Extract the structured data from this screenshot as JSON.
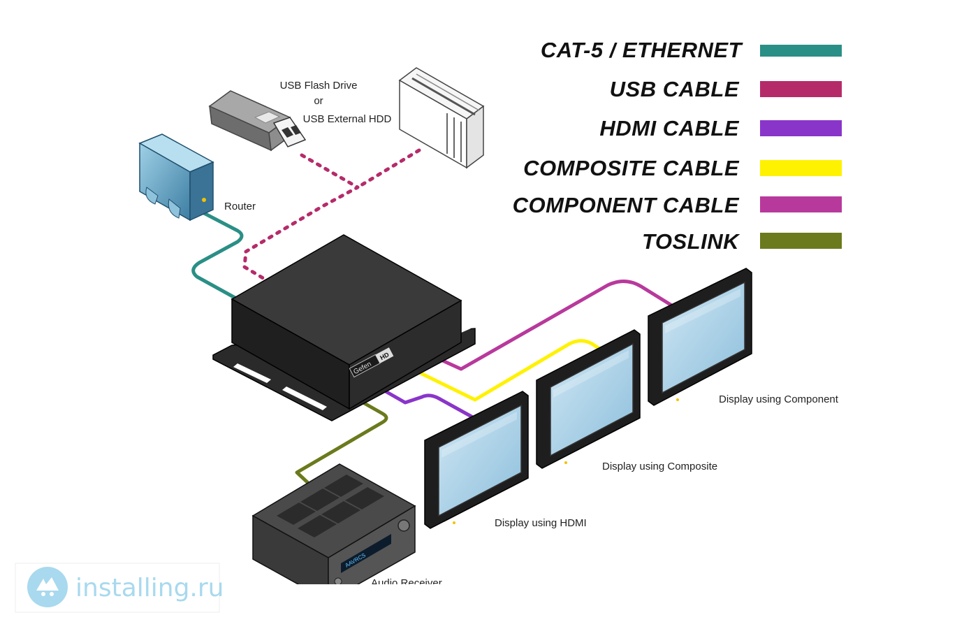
{
  "legend": {
    "items": [
      {
        "label": "CAT-5 / ETHERNET",
        "color": "#2a8f86"
      },
      {
        "label": "USB CABLE",
        "color": "#b52b6a"
      },
      {
        "label": "HDMI CABLE",
        "color": "#8a35c9"
      },
      {
        "label": "COMPOSITE CABLE",
        "color": "#fff200"
      },
      {
        "label": "COMPONENT CABLE",
        "color": "#b8399c"
      },
      {
        "label": "TOSLINK",
        "color": "#6b7a1c"
      }
    ]
  },
  "devices": {
    "usb_storage_label_line1": "USB Flash Drive",
    "usb_storage_label_line2": "or",
    "usb_storage_label_line3": "USB External HDD",
    "router_label": "Router",
    "hub_brand": "Gefen",
    "hub_badge": "HD",
    "display_component_label": "Display using Component",
    "display_composite_label": "Display using Composite",
    "display_hdmi_label": "Display using HDMI",
    "receiver_label": "Audio Receiver",
    "receiver_display_text": "AAVRCS"
  },
  "watermark": {
    "text": "installing.ru",
    "color": "#a8d9ee"
  }
}
